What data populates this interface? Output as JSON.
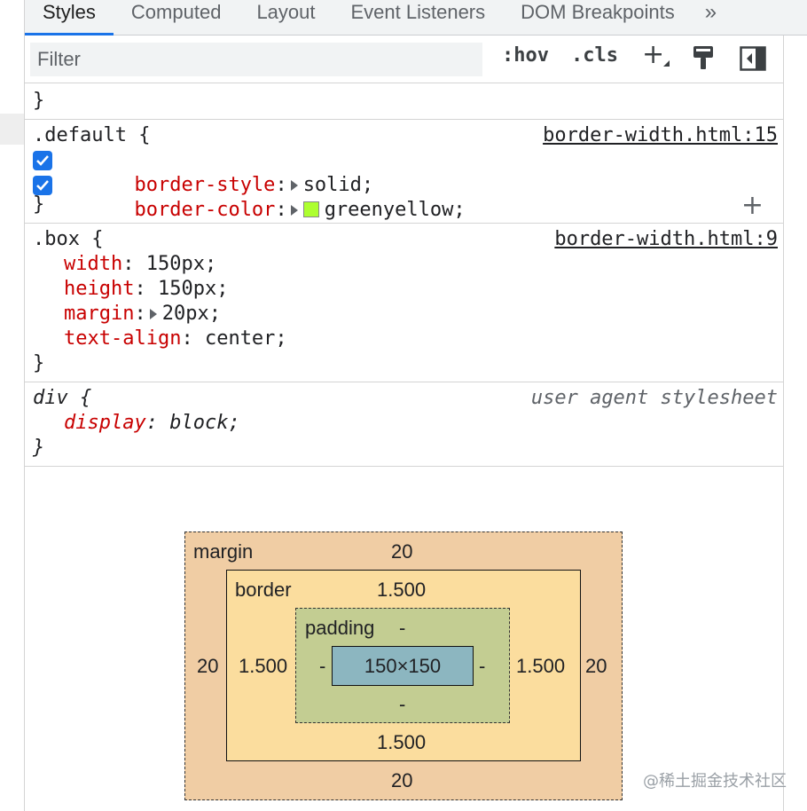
{
  "tabs": [
    {
      "label": "Styles",
      "active": true
    },
    {
      "label": "Computed",
      "active": false
    },
    {
      "label": "Layout",
      "active": false
    },
    {
      "label": "Event Listeners",
      "active": false
    },
    {
      "label": "DOM Breakpoints",
      "active": false
    }
  ],
  "tabs_more": "»",
  "toolbar": {
    "filter_placeholder": "Filter",
    "hov": ":hov",
    "cls": ".cls"
  },
  "rules": {
    "prev_close": "}",
    "default": {
      "selector": ".default {",
      "source": "border-width.html:15",
      "decl": [
        {
          "name": "border-style",
          "value": "solid;"
        },
        {
          "name": "border-color",
          "value": "greenyellow;",
          "swatch": "#adff2f"
        }
      ],
      "close": "}"
    },
    "box": {
      "selector": ".box {",
      "source": "border-width.html:9",
      "decl": [
        {
          "name": "width",
          "value": "150px;"
        },
        {
          "name": "height",
          "value": "150px;"
        },
        {
          "name": "margin",
          "value": "20px;"
        },
        {
          "name": "text-align",
          "value": "center;"
        }
      ],
      "close": "}"
    },
    "div": {
      "selector": "div {",
      "source": "user agent stylesheet",
      "decl": [
        {
          "name": "display",
          "value": "block;"
        }
      ],
      "close": "}"
    }
  },
  "box_model": {
    "margin_label": "margin",
    "margin_top": "20",
    "margin_bottom": "20",
    "margin_left": "20",
    "margin_right": "20",
    "border_label": "border",
    "border_top": "1.500",
    "border_bottom": "1.500",
    "border_left": "1.500",
    "border_right": "1.500",
    "padding_label": "padding",
    "padding_top": "-",
    "padding_bottom": "-",
    "padding_left": "-",
    "padding_right": "-",
    "content": "150×150"
  },
  "watermark": "@稀土掘金技术社区"
}
